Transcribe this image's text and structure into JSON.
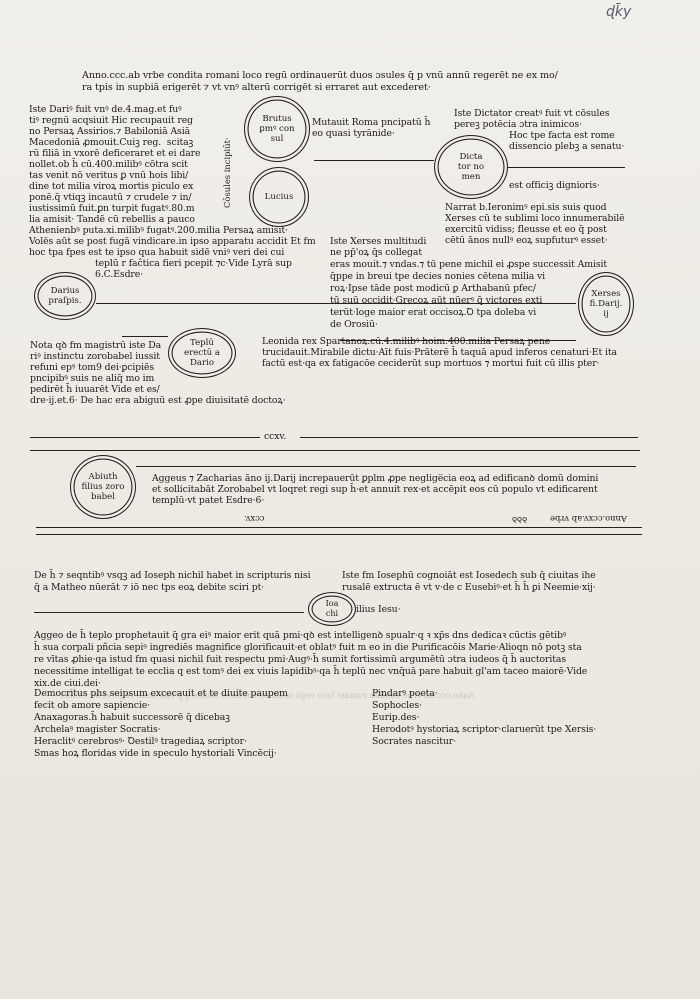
{
  "corner_mark": "ɖk̄y",
  "header": {
    "line1": "Anno.ccc.ab vrbe condita romani loco regū ordinauerūt duos ɔsules q̄ p vnū annū regerēt ne ex mo/",
    "line2": "ra tpis in supbiā erigerēt ⁊ vt vnꝰ alterū corrigēt si erraret aut excederet·"
  },
  "circles": {
    "brutus": "Brutus\nꝑmꝰ con\nsul",
    "lucius": "Lucius",
    "dictator": "Dicta\ntor no\nmen",
    "darius": "Darius\npraſpis.",
    "templum": "Teplū\nerectū a\nDario",
    "xerxes": "Xerses\nfi.Darij.\nij",
    "abiuth": "Abiuth\nfilius zoro\nbabel",
    "ioachim": "Ioa\nchi"
  },
  "vertical_label": "Cōsules incipiūt·",
  "blocks": {
    "darius_left": [
      "Iste Dariꝰ fuit vnꝰ de.4.mag.et fuꝰ",
      "tiꝰ regnū acqsiuit Hic recupauit reg",
      "no Persaꝝ Assirios.⁊ Babiloniā Asiā",
      "Macedoniā ꝓmouit.Cuiꝫ reg.  scitaꝫ",
      "rū filiā in vxorē deficeraret et ei dare",
      "nollet.ob h̄ cū.400.milibꝰ cōtra scit",
      "tas venit nō veritus ꝑ vnū hois libi/",
      "dine tot milia viroꝝ mortis piculo ex",
      "ponē.q̄ vtiqꝫ incautū ⁊ crudele ⁊ in/",
      "iustissimū fuit.ꝑn turpit fugatꝰ.80.m",
      "lia amisit· Tandē cū rebellis a pauco",
      "Athenienbꝰ puta.xi.milibꝰ fugatꝰ.200.milia Persaꝝ amisit·",
      "Volēs aūt se post fugā vindicare.in ipso apparatu accidit Et fm",
      "hoc tpa fpes est te ipso qua habuit sidē vniꝰ veri dei cui",
      "teplū r faĉtica fieri pcepit ⁊c·Vide Lyrā sup",
      "6.C.Esdre·"
    ],
    "rome": [
      "Mutauit Roma pncipatū h̄",
      "eo quasi tyrānide·"
    ],
    "dictator_right": [
      "Iste Dictator creatꝰ fuit vt cōsules",
      "pereꝫ potēcia ɔtra inimicos·",
      "Hoc tpe facta est rome",
      "dissencio plebꝫ a senatu·"
    ],
    "dictator_office": "est officiꝫ dignioris·",
    "hieronymus": [
      "Narrat b.Ieronimꝰ epi.sis suis quod",
      "Xerses cū te sublimi loco innumerabilē",
      "exercitū vidiss; fleusse et eo q̄ post",
      "cētū ānos nullꝰ eoꝝ supfuturꝰ esset·"
    ],
    "xerxes_mid": [
      "Iste Xerses multitudi",
      "ne pp̄'oꝝ q̄s collegat",
      "eras mouit.⁊ vndas.⁊ tū pene michil ei ꝓspe successit Amisit",
      "q̄ppe in breui tpe decies nonies cētena milia vi",
      "roꝝ·Ipse tāde post modicū ꝑ Arthabanū pfec/",
      "tū suū occidit·Grecoꝝ aūt nūerꝰ q̄ victores exti",
      "terūt·loge maior erat occisoꝝ.Ꝺ tpa doleba vi",
      "de Orosiū·"
    ],
    "leonida": [
      "Leonida rex Spartanoꝝ.cū.4.milibꝰ hoim.400.milia Persaꝝ pene",
      "trucidauit.Mirabile dictu·Aīt fuis·Prāterē h̄ taquā apud inferos cenaturi·Et ita",
      "factū est·qa ex fatigacōe ceciderūt sup mortuos ⁊ mortui fuit cū illis pter·"
    ],
    "nota": [
      "Nota qꝺ fm magistrū iste Da",
      "riꝰ instinctu zorobabel iussit",
      "refuni epꝰ tom9 dei·ꝑcipiēs",
      "pncipibꝰ suis ne aliq̄ mo im",
      "pedirēt h̄ iuuarēt Vide et es/",
      "dre·ij.et.6· De hac era abiguū est ꝓpe diuisitatē doctoꝝ·"
    ],
    "aggeus": [
      "Aggeus ⁊ Zacharias āno ij.Darij increpauerūt ꝑplm ꝓpe neglige̅cia eoꝝ ad edificanꝺ domū domini",
      "et sollicitabāt Zorobabel vt loqret regi sup h̄·et annuit rex·et accēpit eos cū populo vt edificarent",
      "templū·vt patet Esdre·6·"
    ],
    "deh": [
      "De h̄ ⁊ seqntibꝰ vsqꝫ ad Ioseph nichil habet in scripturis nisi",
      "q̄ a Matheo nūerāt ⁊ iō nec tps eoꝝ debite sciri pt·"
    ],
    "istefm": [
      "Iste fm Iosephū cognoiāt est Iosedech sub q̄ ciuitas ihe",
      "rusalē extructa ē vt v·de c Eusebiꝰ·et h̄ h̄ ꝑi Neemie·xij·"
    ],
    "ioachim_tail": "ilius Iesu·",
    "aggeo": [
      "Aggeo de h̄ teplo prophetauit q̄ gra eiꝰ maior erit quā pmi·qꝺ est intelligenꝺ spualr·q ꝛ xp̄s dns dedicaꝛ cūctis gētibꝰ",
      "h̄ sua corpali pñcia sepiꝰ ingrediēs magnifice glorificauit·et oblatꝰ fuit m eo in die Purificacōis Marie·Alioqn nō potꝫ sta",
      "re vītas ꝓhie·qa istud fm quasi nichil fuit respectu pmi·Augꝰ·h̄ sumit fortissimū argumētū ɔtra iudeos q̄ h̄ auctoritas",
      "necessitime intelligat te ecclia q est tomꝰ dei ex viuis lapidibꝰ·qa h̄ teplū nec vnq̄uā pare habuit gl'am taceo maiorē·Vide",
      "xix.de ciui.dei·"
    ],
    "names_left": [
      "Democritus phs seipsum excecauit et te diuite paupem",
      "fecit ob amore sapiencie·",
      "Anaxagoras.h̄ habuit successorē q̄ dicebaꝫ",
      "Archelaꝰ magister Socratis·",
      "Heraclitꝰ cerebrosꝰ· Ꝺestilꝰ tragediaꝝ scriptor·",
      "Smas hoꝝ floridas vide in speculo hystoriali Vincēcij·"
    ],
    "names_right": [
      "Pindarꝰ poeta·",
      "Sophocles·",
      "Eurip.des·",
      "Herodotꝰ hystoriaꝝ scriptor·claruerūt tpe Xersis·",
      "Socrates nascitur·"
    ]
  },
  "rules": {
    "mid_label": "ccxv.",
    "flipped_left": "ccxv.",
    "flipped_mid": "ꝺꝺꝺ",
    "flipped_right": "Anno.ccxv.ab vrbe"
  }
}
